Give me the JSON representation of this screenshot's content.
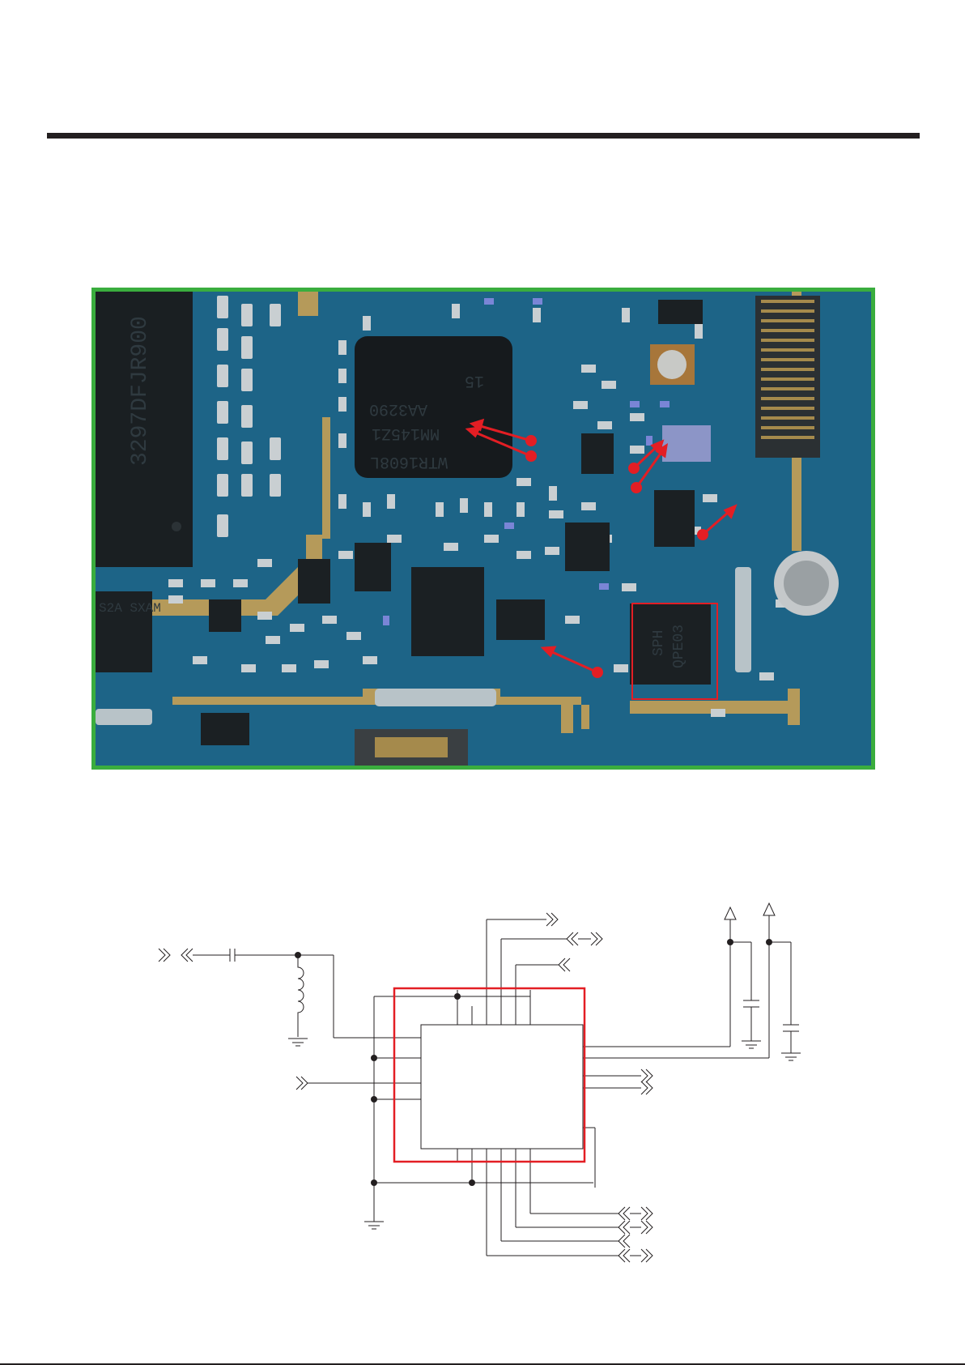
{
  "page": {
    "footer_mark": ""
  },
  "photo": {
    "frame_color": "#3aad3e",
    "highlight_color": "#e31e24",
    "board_color": "#1b5f80",
    "chip_labels": {
      "flash_chip": "3297DFJR900",
      "rf_transceiver_line1": "WTR1608L",
      "rf_transceiver_line2": "MM145Z1",
      "rf_transceiver_line3": "AA3290",
      "rf_transceiver_line4": "15",
      "side_ic": "S2A SXAM",
      "highlighted_ic_line1": "SPH",
      "highlighted_ic_line2": "QPE03"
    }
  },
  "schematic": {
    "ic_outline_color": "#e31e24",
    "line_color": "#231f20"
  }
}
